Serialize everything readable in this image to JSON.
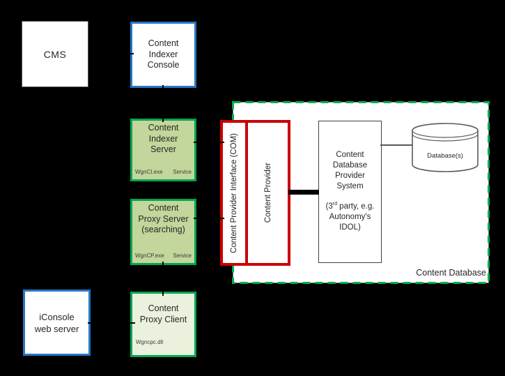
{
  "diagram": {
    "cms": {
      "title": "CMS"
    },
    "indexer_console": {
      "title": "Content\nIndexer\nConsole"
    },
    "indexer_server": {
      "title": "Content\nIndexer\nServer",
      "exe": "WgnCI.exe",
      "kind": "Service"
    },
    "proxy_server": {
      "title": "Content\nProxy Server\n(searching)",
      "exe": "WgnCP.exe",
      "kind": "Service"
    },
    "proxy_client": {
      "title": "Content\nProxy Client",
      "dll": "Wgncpc.dll"
    },
    "iconsole": {
      "title": "iConsole\nweb server"
    },
    "provider_interface": {
      "title": "Content Provider Interface (COM)"
    },
    "provider": {
      "title": "Content Provider"
    },
    "cdps": {
      "title": "Content\nDatabase\nProvider\nSystem",
      "sub_pre": "(3",
      "sub_sup": "rd",
      "sub_post": " party, e.g.\nAutonomy's\nIDOL)"
    },
    "database": {
      "label": "Database(s)"
    },
    "zone_label": "Content Database"
  },
  "colors": {
    "background": "#000000",
    "gray_border": "#595959",
    "blue_border": "#2776C8",
    "green_border": "#00A651",
    "green_fill": "#C3D69B",
    "light_green_fill": "#EAF1DD",
    "red_border": "#CB0000",
    "dashed_zone_green": "#00B050",
    "connector_gray": "#595959",
    "connector_black": "#000000"
  }
}
